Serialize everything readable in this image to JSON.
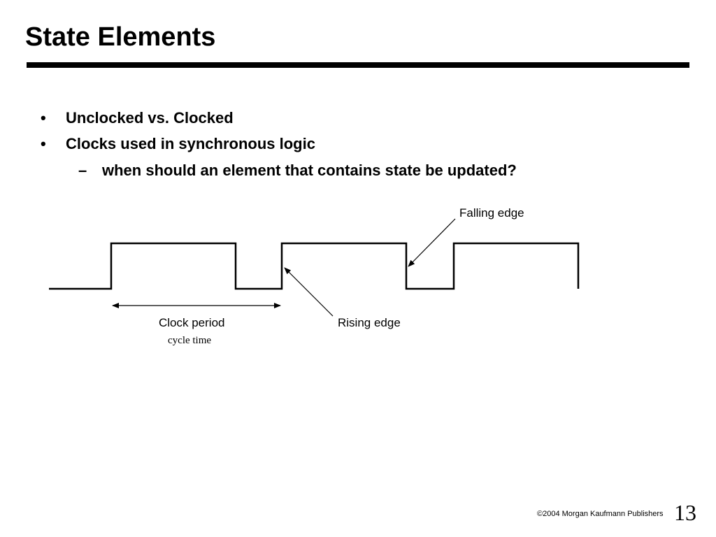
{
  "slide": {
    "title": "State Elements",
    "bullets": [
      {
        "marker": "•",
        "text": "Unclocked vs. Clocked"
      },
      {
        "marker": "•",
        "text": "Clocks used in synchronous logic"
      },
      {
        "marker": "–",
        "text": "when should an element that contains state be updated?"
      }
    ]
  },
  "diagram": {
    "labels": {
      "falling_edge": "Falling edge",
      "rising_edge": "Rising edge",
      "clock_period": "Clock period",
      "cycle_time": "cycle time"
    }
  },
  "footer": {
    "copyright_symbol": "©",
    "copyright_text": "2004 Morgan Kaufmann Publishers",
    "page_number": "13"
  }
}
